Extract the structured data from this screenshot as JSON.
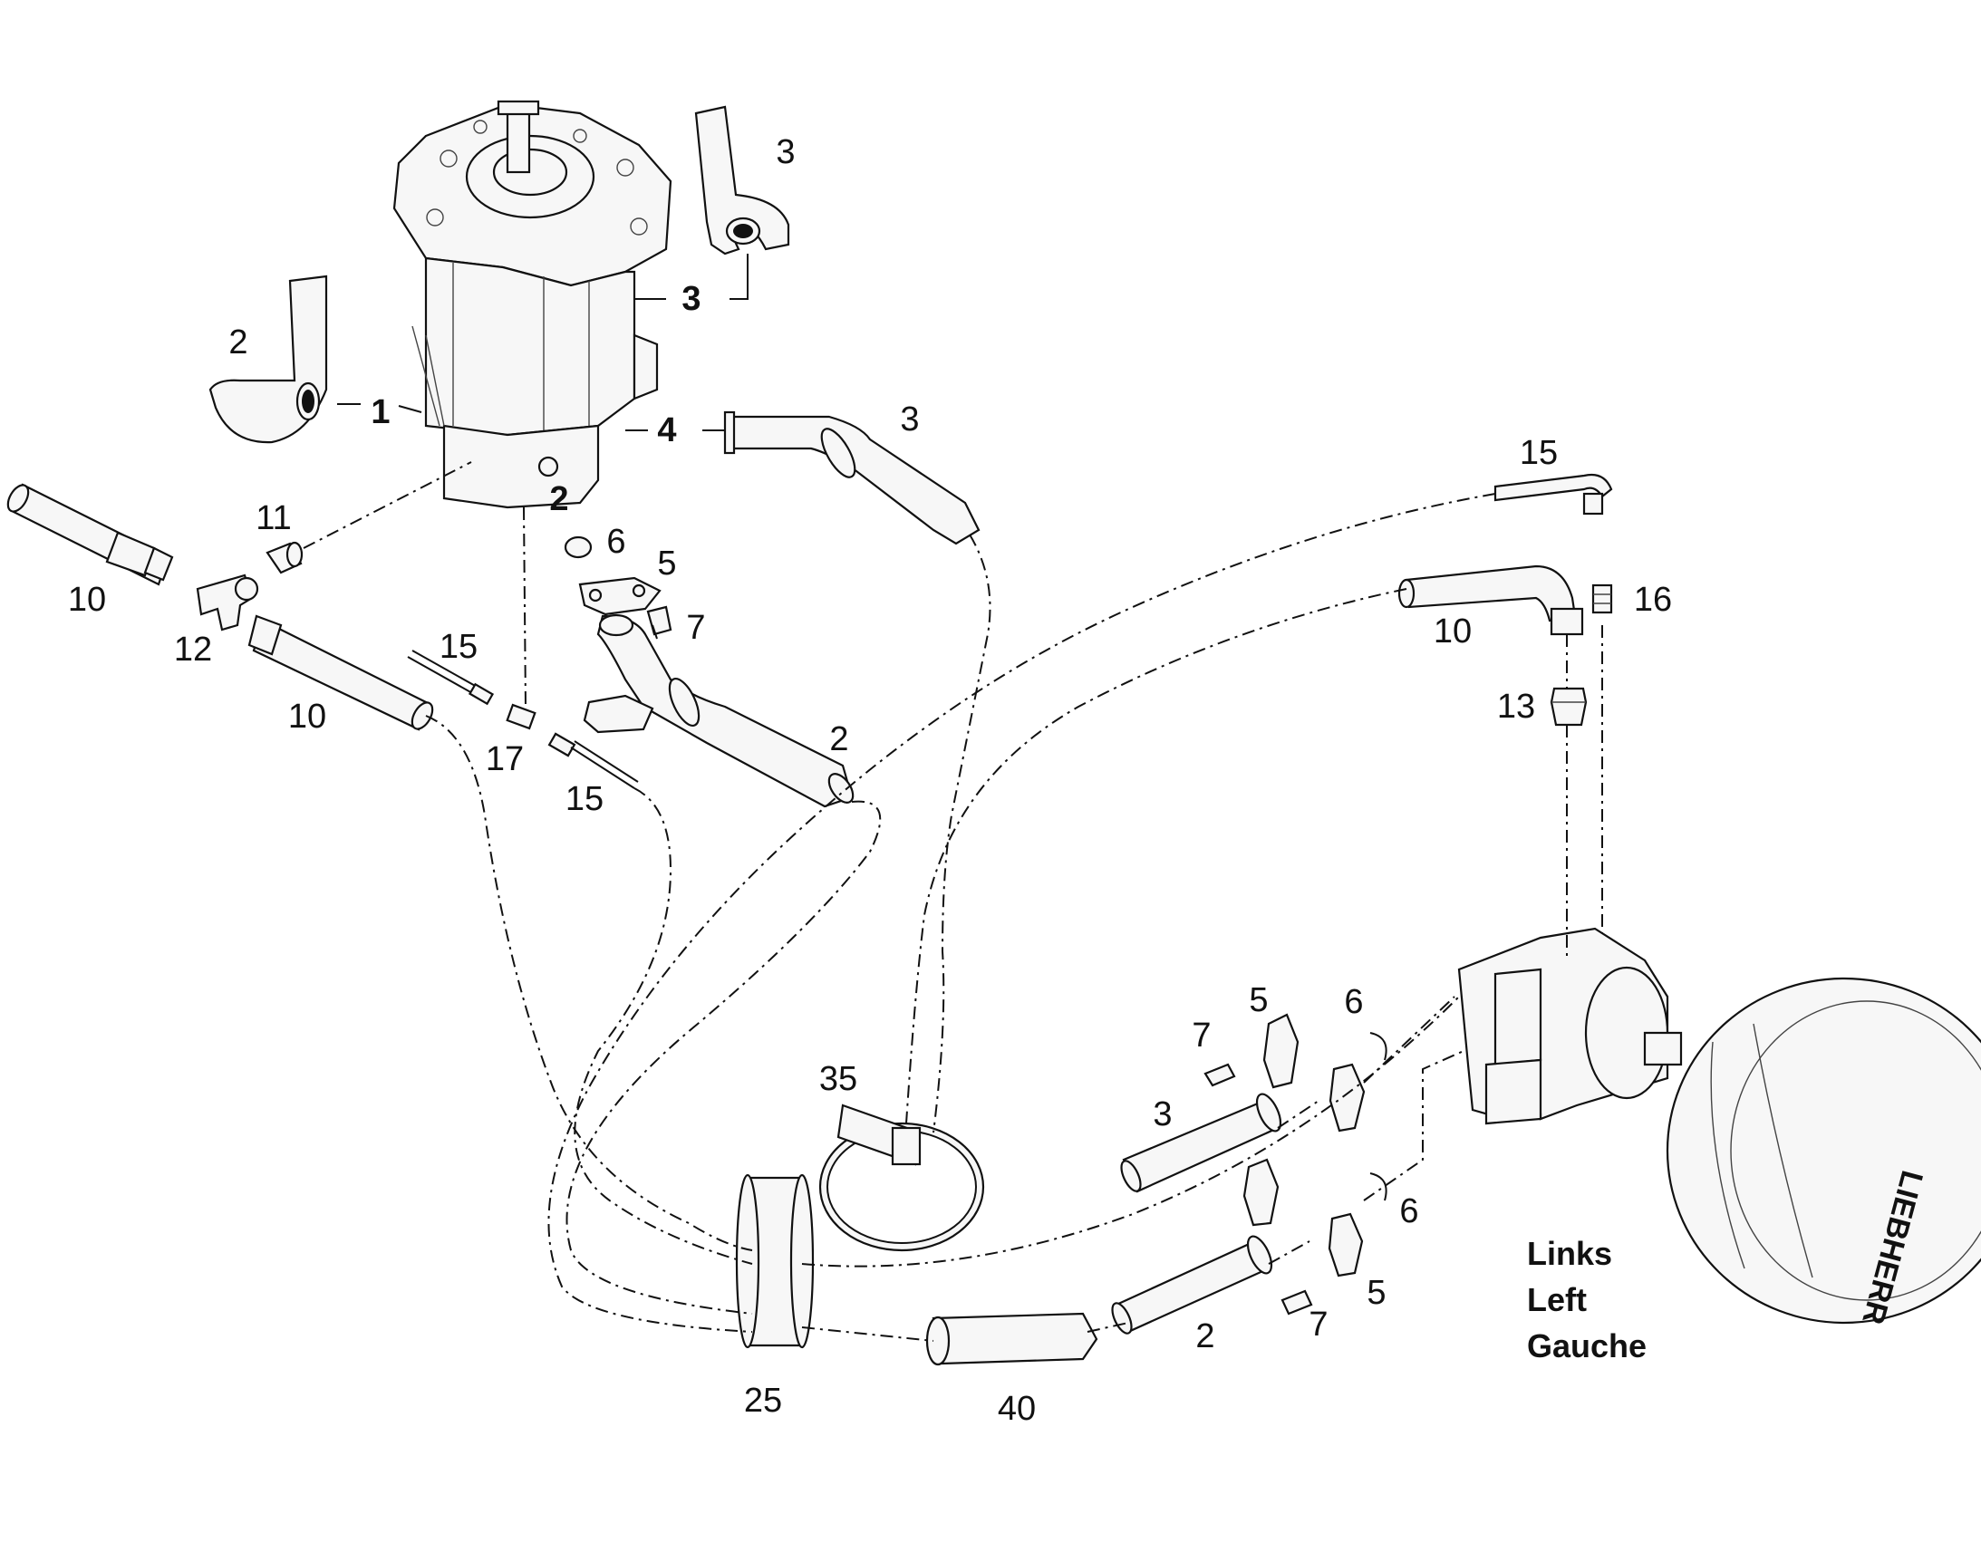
{
  "callouts": {
    "c1": "1",
    "c2a": "2",
    "c2b": "2",
    "c2c": "2",
    "c2d": "2",
    "c3a": "3",
    "c3b": "3",
    "c3c": "3",
    "c3d": "3",
    "c4": "4",
    "c5a": "5",
    "c5b": "5",
    "c5c": "5",
    "c6a": "6",
    "c6b": "6",
    "c6c": "6",
    "c7a": "7",
    "c7b": "7",
    "c7c": "7",
    "c10a": "10",
    "c10b": "10",
    "c10c": "10",
    "c11": "11",
    "c12": "12",
    "c13": "13",
    "c15a": "15",
    "c15b": "15",
    "c15c": "15",
    "c16": "16",
    "c17": "17",
    "c25": "25",
    "c35": "35",
    "c40": "40"
  },
  "legend": {
    "de": "Links",
    "en": "Left",
    "fr": "Gauche"
  },
  "brand_text": "LIEBHERR"
}
